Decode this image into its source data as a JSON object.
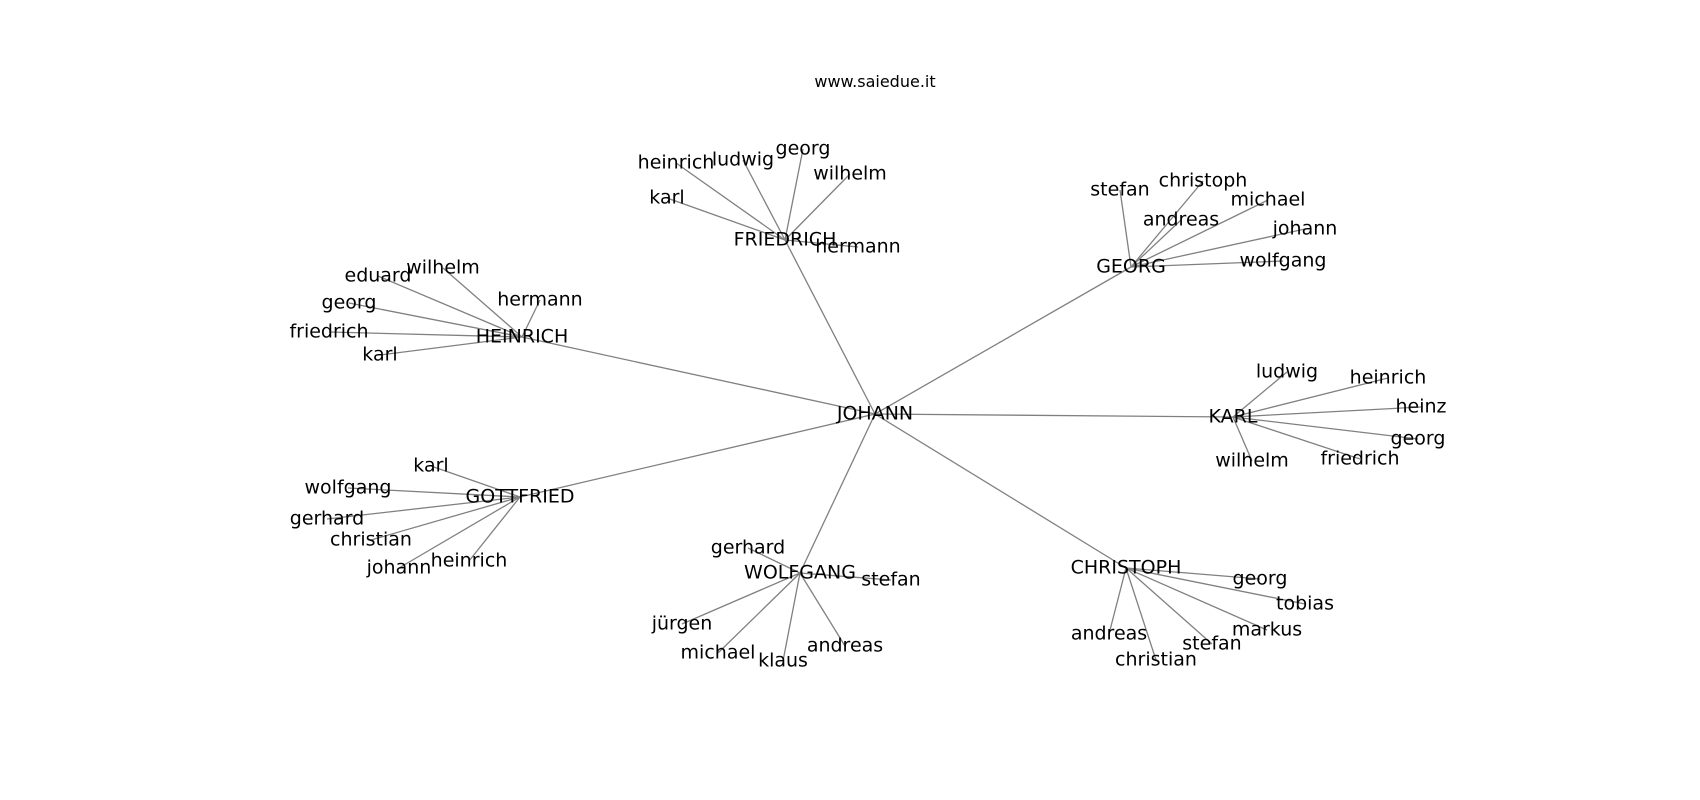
{
  "title": "www.saiedue.it",
  "colors": {
    "edge": "#808080",
    "text": "#000000",
    "background": "#ffffff"
  },
  "graph": {
    "center": "JOHANN",
    "hubs": [
      {
        "id": "friedrich",
        "label": "FRIEDRICH",
        "children": [
          "karl",
          "heinrich",
          "ludwig",
          "georg",
          "wilhelm",
          "hermann"
        ]
      },
      {
        "id": "georg",
        "label": "GEORG",
        "children": [
          "stefan",
          "christoph",
          "michael",
          "andreas",
          "johann",
          "wolfgang"
        ]
      },
      {
        "id": "heinrich",
        "label": "HEINRICH",
        "children": [
          "eduard",
          "wilhelm",
          "hermann",
          "georg",
          "friedrich",
          "karl"
        ]
      },
      {
        "id": "karl",
        "label": "KARL",
        "children": [
          "ludwig",
          "heinrich",
          "heinz",
          "georg",
          "friedrich",
          "wilhelm"
        ]
      },
      {
        "id": "gottfried",
        "label": "GOTTFRIED",
        "children": [
          "karl",
          "wolfgang",
          "gerhard",
          "christian",
          "johann",
          "heinrich"
        ]
      },
      {
        "id": "wolfgang",
        "label": "WOLFGANG",
        "children": [
          "gerhard",
          "stefan",
          "jürgen",
          "michael",
          "klaus",
          "andreas"
        ]
      },
      {
        "id": "christoph",
        "label": "CHRISTOPH",
        "children": [
          "georg",
          "tobias",
          "markus",
          "stefan",
          "christian",
          "andreas"
        ]
      }
    ]
  }
}
